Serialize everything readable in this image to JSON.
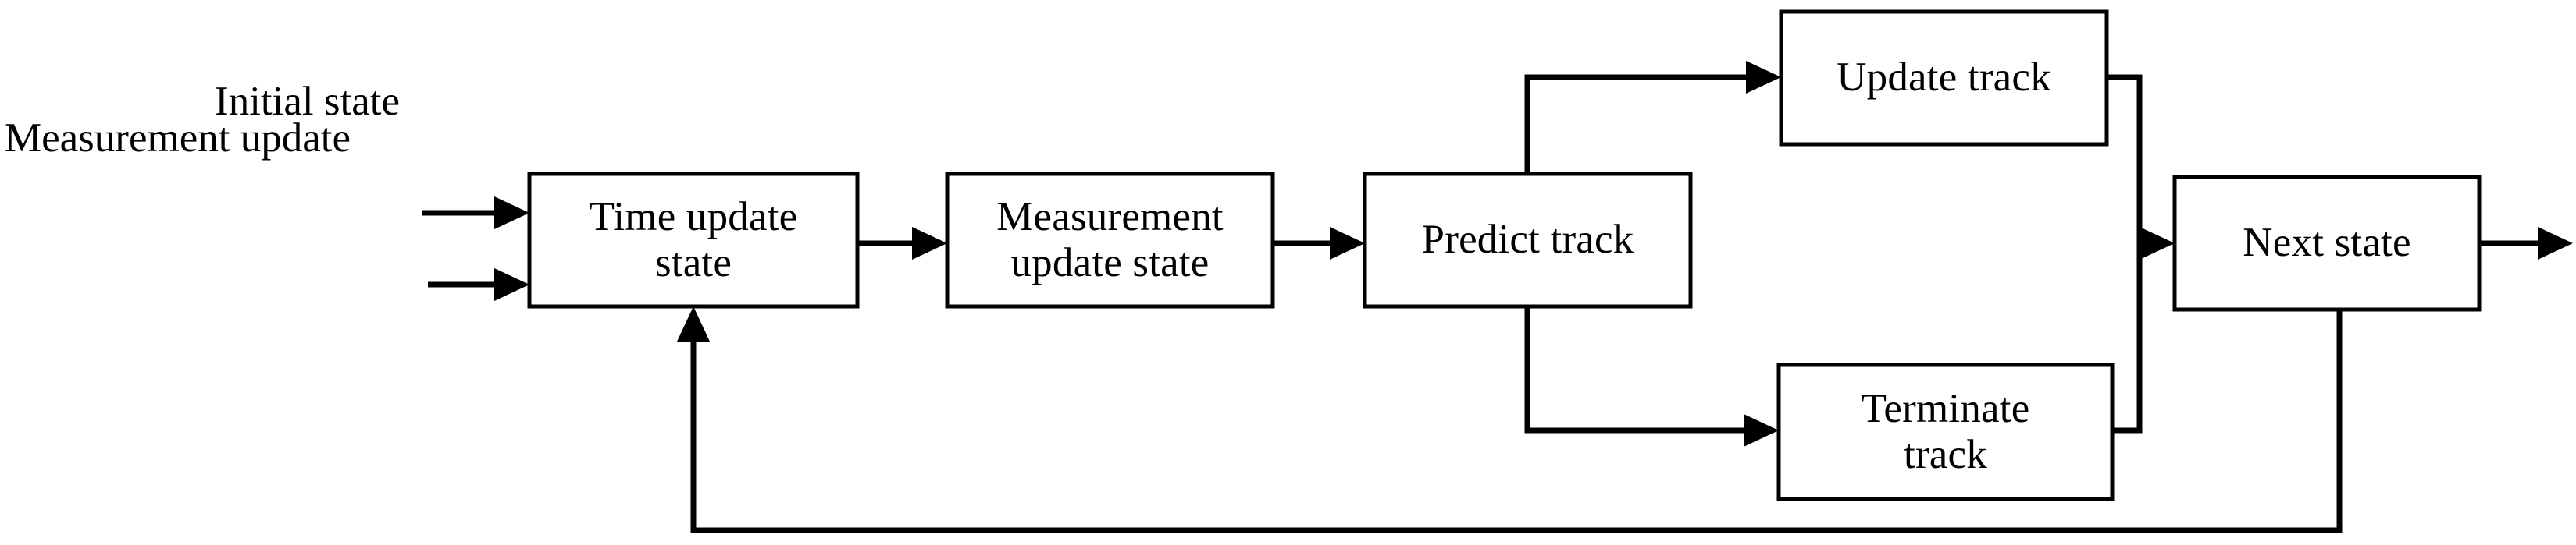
{
  "diagram": {
    "type": "flowchart",
    "orientation": "left-to-right",
    "background_color": "#ffffff",
    "line_color": "#000000",
    "nodes": [
      {
        "id": "time-update-state",
        "label": "Time update\nstate",
        "shape": "rectangle"
      },
      {
        "id": "measurement-update-state",
        "label": "Measurement\nupdate state",
        "shape": "rectangle"
      },
      {
        "id": "predict-track",
        "label": "Predict track",
        "shape": "rectangle"
      },
      {
        "id": "update-track",
        "label": "Update track",
        "shape": "rectangle"
      },
      {
        "id": "terminate-track",
        "label": "Terminate\ntrack",
        "shape": "rectangle"
      },
      {
        "id": "next-state",
        "label": "Next state",
        "shape": "rectangle"
      }
    ],
    "input_labels": [
      {
        "id": "initial-state",
        "label": "Initial state"
      },
      {
        "id": "measurement-update",
        "label": "Measurement update"
      }
    ],
    "edges": [
      {
        "id": "initial-state-to-time-update",
        "from": "initial-state",
        "to": "time-update-state",
        "label": ""
      },
      {
        "id": "measurement-update-to-time-update",
        "from": "measurement-update",
        "to": "time-update-state",
        "label": ""
      },
      {
        "id": "time-update-to-measurement-update-state",
        "from": "time-update-state",
        "to": "measurement-update-state",
        "label": ""
      },
      {
        "id": "measurement-update-state-to-predict",
        "from": "measurement-update-state",
        "to": "predict-track",
        "label": ""
      },
      {
        "id": "predict-to-update-track",
        "from": "predict-track",
        "to": "update-track",
        "label": ""
      },
      {
        "id": "predict-to-terminate-track",
        "from": "predict-track",
        "to": "terminate-track",
        "label": ""
      },
      {
        "id": "update-track-to-next-state",
        "from": "update-track",
        "to": "next-state",
        "label": ""
      },
      {
        "id": "terminate-track-to-next-state",
        "from": "terminate-track",
        "to": "next-state",
        "label": ""
      },
      {
        "id": "next-state-output",
        "from": "next-state",
        "to": "output",
        "label": ""
      },
      {
        "id": "next-state-feedback-to-time-update",
        "from": "next-state",
        "to": "time-update-state",
        "label": ""
      }
    ]
  }
}
